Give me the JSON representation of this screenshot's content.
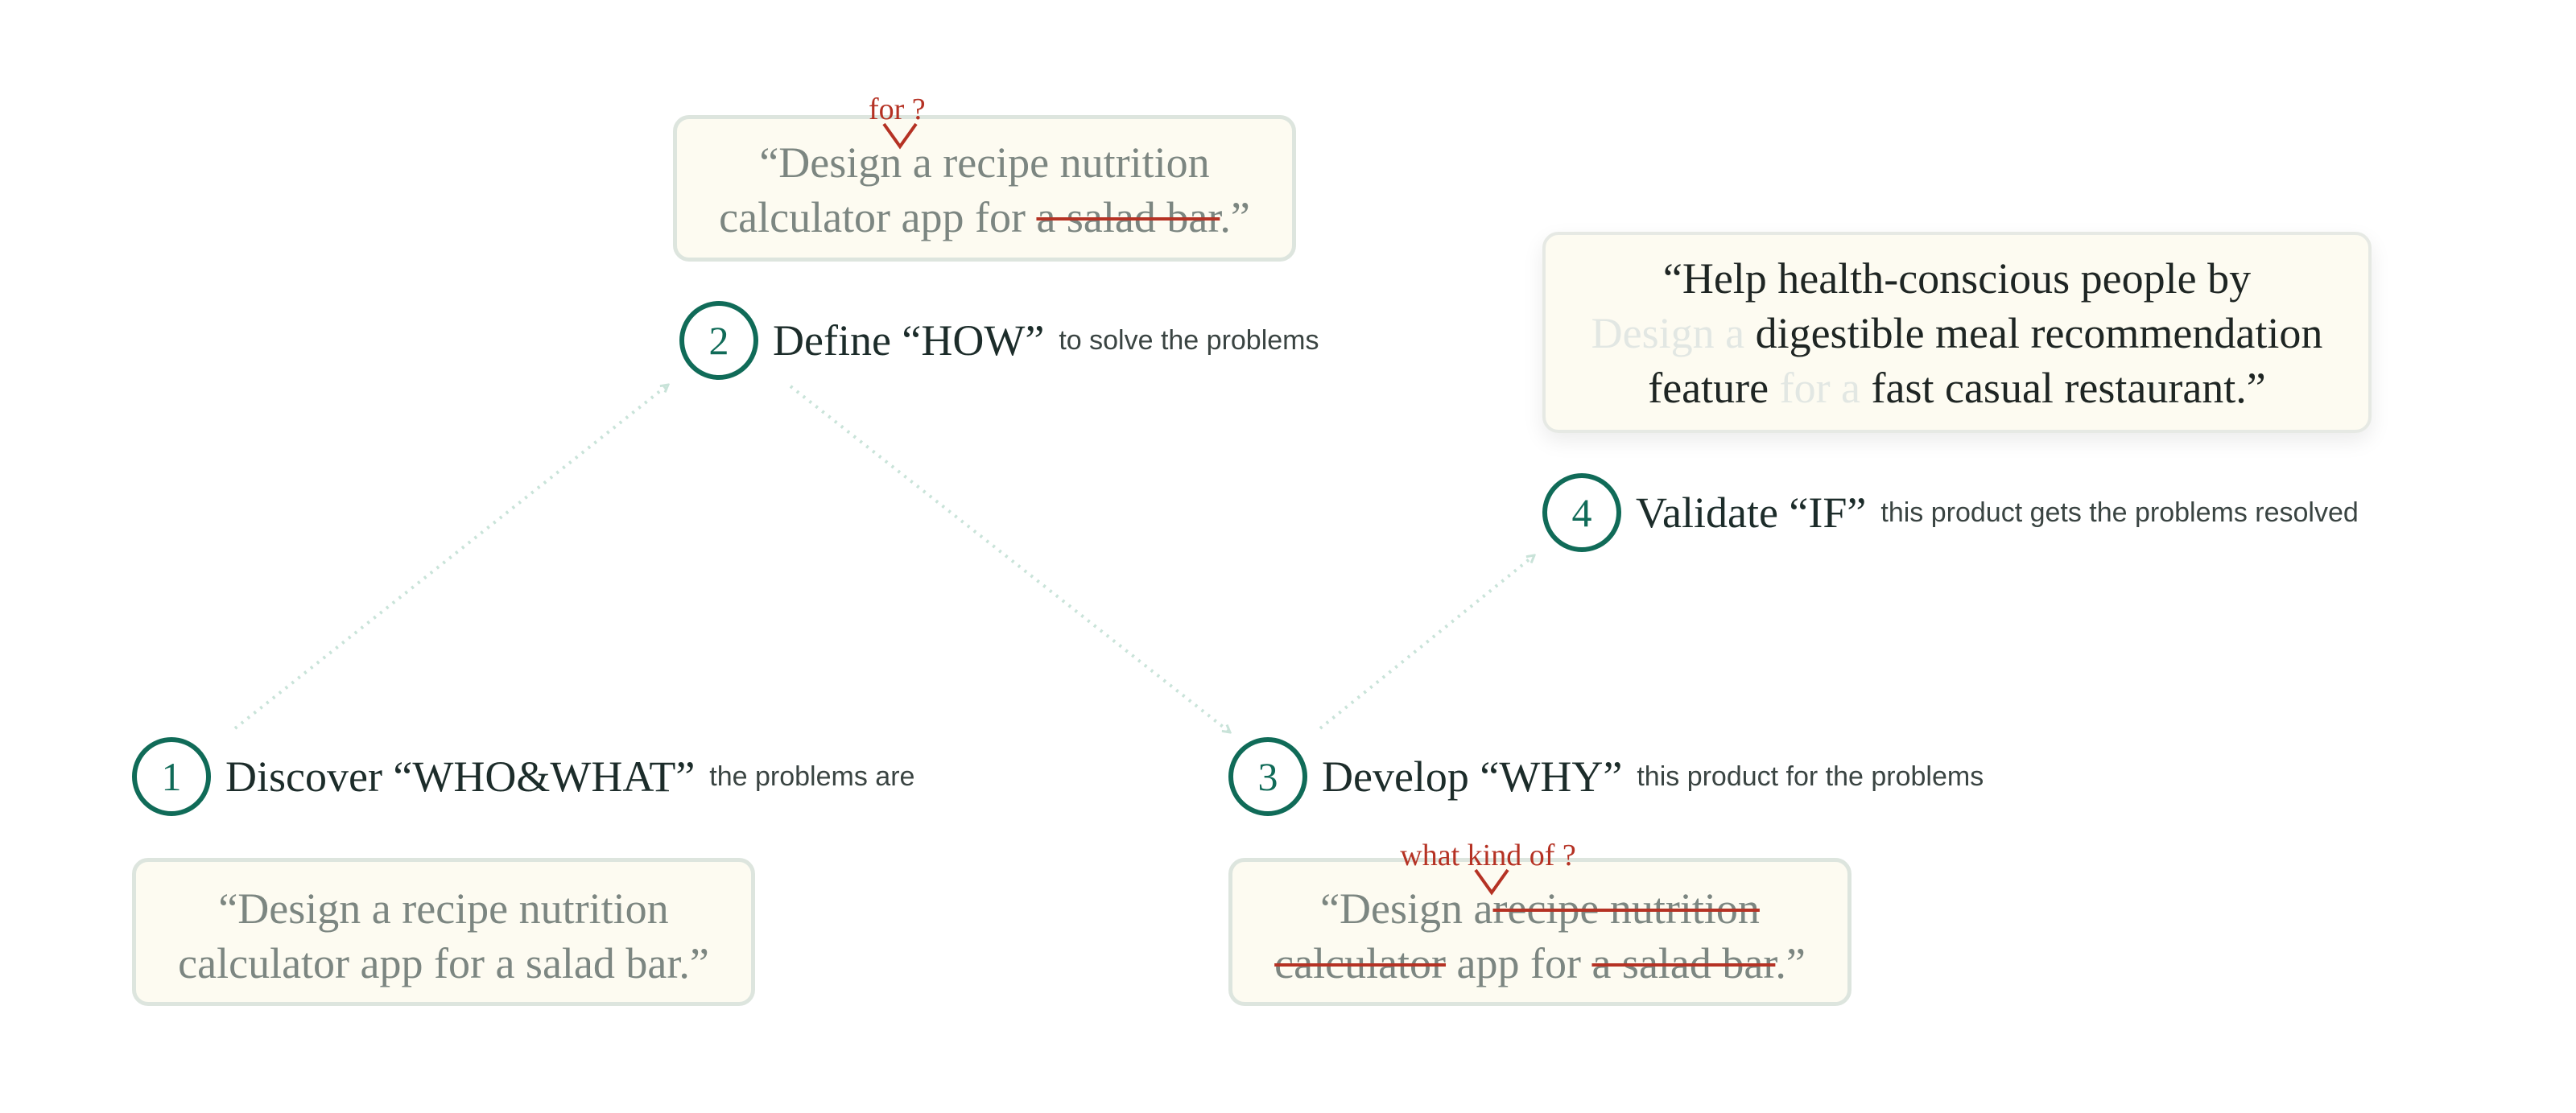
{
  "steps": [
    {
      "number": "1",
      "title": "Discover “WHO&WHAT”",
      "subtitle": "the problems are"
    },
    {
      "number": "2",
      "title": "Define “HOW”",
      "subtitle": "to solve the problems"
    },
    {
      "number": "3",
      "title": "Develop “WHY”",
      "subtitle": "this product for the problems"
    },
    {
      "number": "4",
      "title": "Validate “IF”",
      "subtitle": "this product gets the problems resolved"
    }
  ],
  "quotes": {
    "discover": {
      "line1": "“Design a recipe nutrition",
      "line2": "calculator app for a salad bar.”"
    },
    "define": {
      "annotation": "for ?",
      "line1_a": "“Design",
      "line1_b": " a recipe nutrition",
      "line2_a": "calculator app for ",
      "line2_struck": "a salad bar",
      "line2_end": ".”"
    },
    "develop": {
      "annotation": "what kind of ?",
      "line1_a": "“Design a",
      "line1_struck": "recipe nutrition",
      "line2_struck": "calculator",
      "line2_a": " app for ",
      "line2_struck2": "a salad bar",
      "line2_end": ".”"
    },
    "validate": {
      "line1": "“Help health-conscious people by",
      "line2_ghost": "Design a ",
      "line2": "digestible meal recommendation",
      "line3_a": "feature ",
      "line3_ghost": "for a ",
      "line3_b": "fast casual restaurant.”"
    }
  },
  "colors": {
    "accent": "#106b58",
    "strike": "#b53224",
    "box_fill": "#fdfbf1",
    "box_border": "#dde5de",
    "arrow": "#c9e3d9"
  }
}
